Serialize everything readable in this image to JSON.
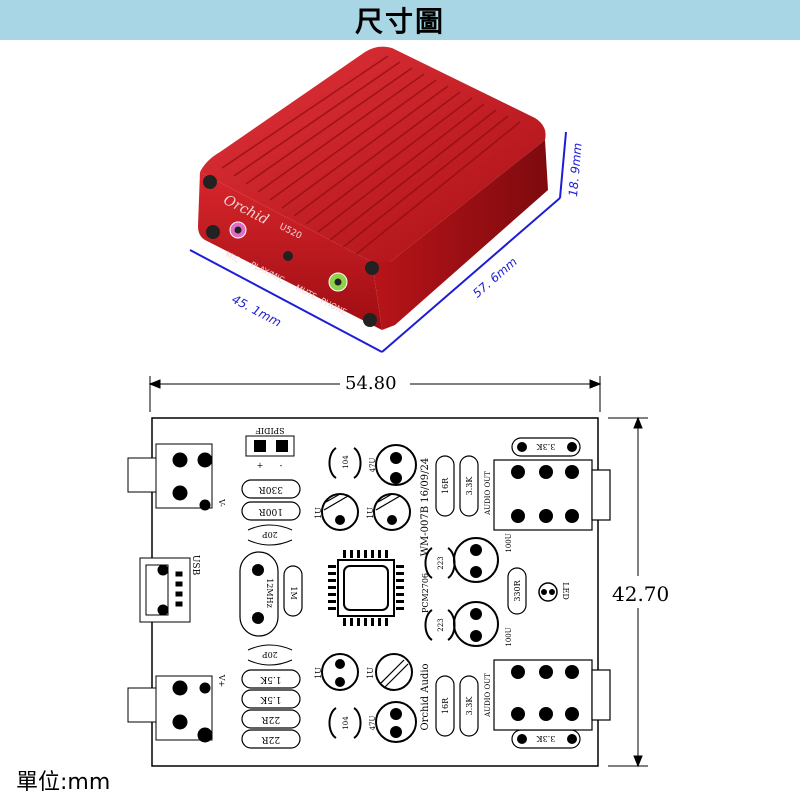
{
  "header": {
    "title": "尺寸圖"
  },
  "enclosure": {
    "brand": "Orchid",
    "model": "U520",
    "port_labels": [
      "MIC",
      "PLAY/MIC",
      "MUTE",
      "PHONE"
    ],
    "color": "#c4141c",
    "dimensions": {
      "width": "45. 1mm",
      "length": "57. 6mm",
      "height": "18. 9mm"
    }
  },
  "pcb": {
    "width_label": "54.80",
    "height_label": "42.70",
    "board_text": [
      "WM-007B 16/09/24",
      "Orchid Audio",
      "PCM2706"
    ],
    "spdif_label": "SPIDIF",
    "spdif_pins": [
      "+",
      "-"
    ],
    "usb_label": "USB",
    "v_minus": "V-",
    "v_plus": "V+",
    "audio_out": "AUDIO OUT",
    "led_label": "LED",
    "components": {
      "r_330r": "330R",
      "r_100r": "100R",
      "c_20p": "20P",
      "xtal": "12MHz",
      "r_1m": "1M",
      "r_15k_a": "1.5K",
      "r_15k_b": "1.5K",
      "r_22r_a": "22R",
      "r_22r_b": "22R",
      "c_104": "104",
      "c_47u": "47U",
      "c_1u": "1U",
      "c_223": "223",
      "c_100u": "100U",
      "r_16r": "16R",
      "r_33k": "3.3K",
      "r_330r_led": "330R"
    }
  },
  "footer": {
    "unit": "單位:mm"
  }
}
